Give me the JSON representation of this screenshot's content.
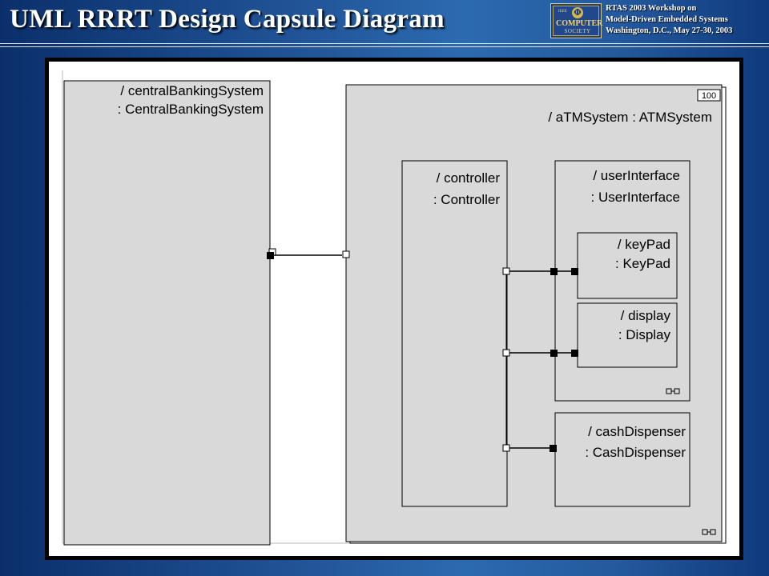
{
  "header": {
    "title": "UML RRRT Design Capsule Diagram",
    "event_line1": "RTAS 2003 Workshop on",
    "event_line2": "Model-Driven Embedded Systems",
    "event_line3": "Washington, D.C., May 27-30, 2003",
    "logo": {
      "small": "IEEE",
      "line1": "COMPUTER",
      "line2": "SOCIETY"
    }
  },
  "diagram": {
    "central_banking": {
      "role": "/ centralBankingSystem",
      "type": ": CentralBankingSystem"
    },
    "atm_system": {
      "role": "/ aTMSystem : ATMSystem",
      "multiplicity": "100"
    },
    "controller": {
      "role": "/ controller",
      "type": ": Controller"
    },
    "user_interface": {
      "role": "/ userInterface",
      "type": ": UserInterface"
    },
    "keypad": {
      "role": "/ keyPad",
      "type": ": KeyPad"
    },
    "display": {
      "role": "/ display",
      "type": ": Display"
    },
    "cash_dispenser": {
      "role": "/ cashDispenser",
      "type": ": CashDispenser"
    }
  },
  "colors": {
    "capsule_fill": "#d9d9d9",
    "line": "#000000",
    "background_dark": "#0b2f6b",
    "background_light": "#2c6ab0"
  }
}
